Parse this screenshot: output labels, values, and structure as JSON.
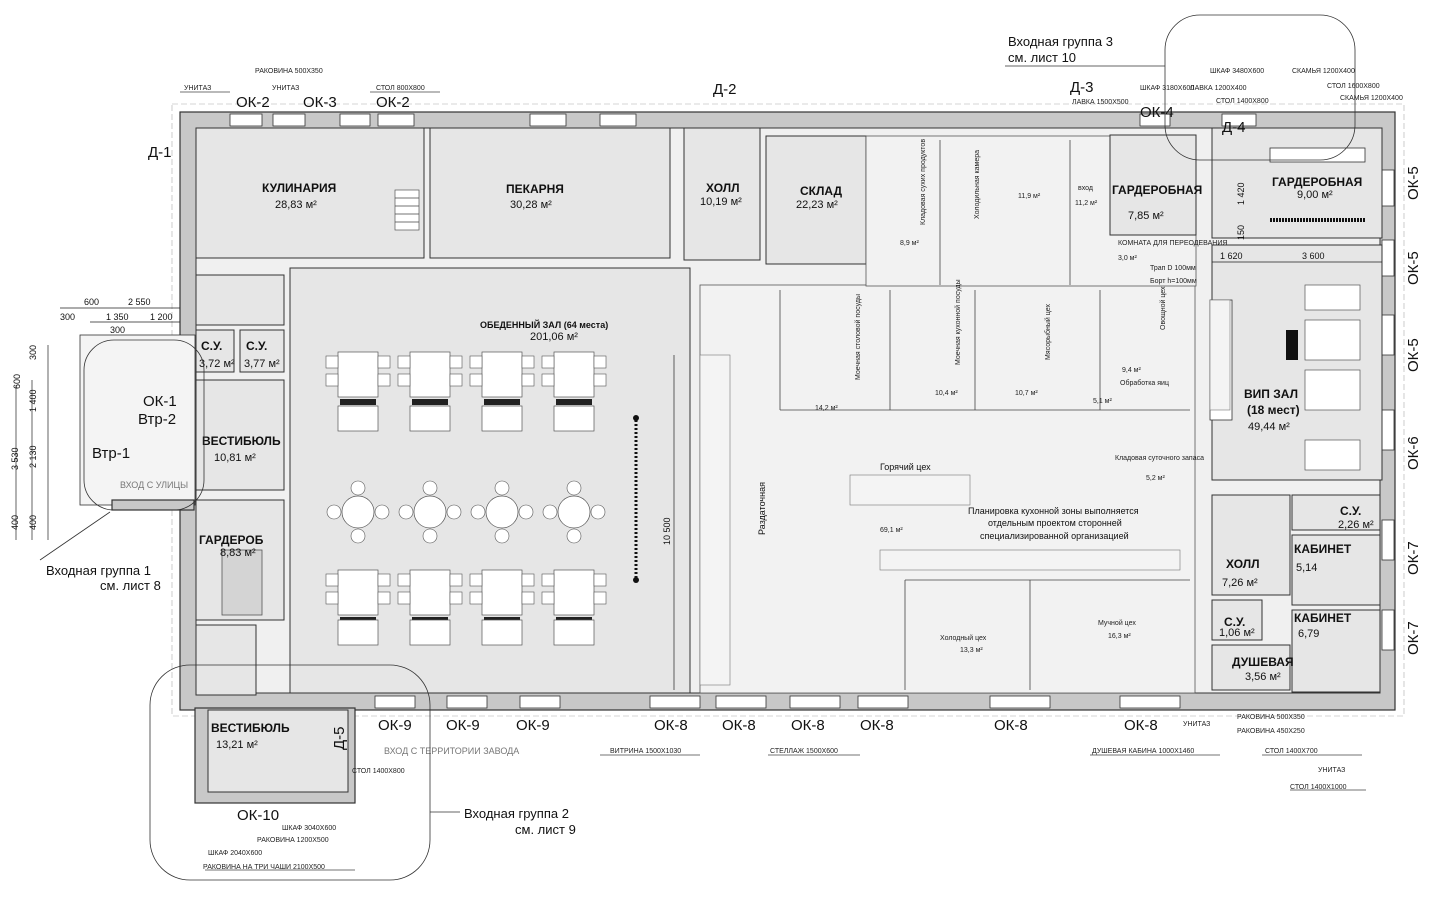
{
  "rooms": {
    "kulinaria": {
      "name": "КУЛИНАРИЯ",
      "area": "28,83 м²"
    },
    "pekarnya": {
      "name": "ПЕКАРНЯ",
      "area": "30,28 м²"
    },
    "holl_top": {
      "name": "ХОЛЛ",
      "area": "10,19 м²"
    },
    "sklad": {
      "name": "СКЛАД",
      "area": "22,23 м²"
    },
    "dining": {
      "name": "ОБЕДЕННЫЙ ЗАЛ (64 места)",
      "area": "201,06 м²"
    },
    "su1": {
      "name": "С.У.",
      "area": "3,72 м²"
    },
    "su2": {
      "name": "С.У.",
      "area": "3,77 м²"
    },
    "vestibule1": {
      "name": "ВЕСТИБЮЛЬ",
      "area": "10,81 м²"
    },
    "garderob1": {
      "name": "ГАРДЕРОБ",
      "area": "8,83 м²"
    },
    "vestibule2": {
      "name": "ВЕСТИБЮЛЬ",
      "area": "13,21 м²"
    },
    "garderobnaya_small": {
      "name": "ГАРДЕРОБНАЯ",
      "area": "7,85 м²"
    },
    "garderobnaya_big": {
      "name": "ГАРДЕРОБНАЯ",
      "area": "9,00 м²"
    },
    "vip": {
      "name": "ВИП ЗАЛ",
      "sub": "(18 мест)",
      "area": "49,44 м²"
    },
    "holl_right": {
      "name": "ХОЛЛ",
      "area": "7,26 м²"
    },
    "su_right_top": {
      "name": "С.У.",
      "area": "2,26 м²"
    },
    "su_right_mid": {
      "name": "С.У.",
      "area": "1,06 м²"
    },
    "cabinet1": {
      "name": "КАБИНЕТ",
      "area": "5,14"
    },
    "cabinet2": {
      "name": "КАБИНЕТ",
      "area": "6,79"
    },
    "shower": {
      "name": "ДУШЕВАЯ",
      "area": "3,56 м²"
    }
  },
  "kitchen": {
    "dry_store": "Кладовая сухих продуктов",
    "dry_store_area": "8,9 м²",
    "cold_chamber": "Холодильная камера",
    "cold_chamber_area": "11,9 м²",
    "entrance": "вход",
    "entrance_area": "11,2 м²",
    "changing": "КОМНАТА ДЛЯ ПЕРЕОДЕВАНИЯ",
    "changing_area": "3,0 м²",
    "drain": "Трап D 100мм",
    "curb": "Борт h=100мм",
    "table_wash": "Моечная столовой посуды",
    "table_wash_area": "14,2 м²",
    "kitchen_wash": "Моечная кухонной посуды",
    "kitchen_wash_area": "10,4 м²",
    "meat": "Мясорыбный цех",
    "meat_area": "10,7 м²",
    "veg": "Овощной цех",
    "veg_area": "9,4 м²",
    "egg": "Обработка яиц",
    "egg_area": "5,1 м²",
    "daily_store": "Кладовая суточного запаса",
    "daily_store_area": "5,2 м²",
    "hot": "Горячий цех",
    "hot_area": "69,1 м²",
    "serving": "Раздаточная",
    "cold": "Холодный цех",
    "cold_area": "13,3 м²",
    "flour": "Мучной цех",
    "flour_area": "16,3 м²",
    "note": [
      "Планировка кухонной зоны выполняется",
      "отдельным проектом сторонней",
      "специализированной организацией"
    ]
  },
  "openings": {
    "ok1": "ОК-1",
    "ok2a": "ОК-2",
    "ok2b": "ОК-2",
    "ok3": "ОК-3",
    "ok4": "ОК-4",
    "ok5a": "ОК-5",
    "ok5b": "ОК-5",
    "ok5c": "ОК-5",
    "ok6": "ОК-6",
    "ok7a": "ОК-7",
    "ok7b": "ОК-7",
    "ok8a": "ОК-8",
    "ok8b": "ОК-8",
    "ok8c": "ОК-8",
    "ok8d": "ОК-8",
    "ok8e": "ОК-8",
    "ok8f": "ОК-8",
    "ok9a": "ОК-9",
    "ok9b": "ОК-9",
    "ok9c": "ОК-9",
    "ok10": "ОК-10",
    "d1": "Д-1",
    "d2": "Д-2",
    "d3": "Д-3",
    "d4": "Д-4",
    "d5": "Д-5",
    "vtr1": "Втр-1",
    "vtr2": "Втр-2"
  },
  "entries": {
    "street": "ВХОД С УЛИЦЫ",
    "factory": "ВХОД С ТЕРРИТОРИИ ЗАВОДА",
    "group1": [
      "Входная группа 1",
      "см. лист 8"
    ],
    "group2": [
      "Входная группа 2",
      "см. лист 9"
    ],
    "group3": [
      "Входная группа 3",
      "см. лист 10"
    ]
  },
  "equipment": {
    "unitaz_top": "УНИТАЗ",
    "rakovina_500": "РАКОВИНА 500Х350",
    "unitaz_top2": "УНИТАЗ",
    "stol_800": "СТОЛ 800Х800",
    "shkaf_3180": "ШКАФ 3180Х600",
    "lavka_1500": "ЛАВКА 1500Х500",
    "shkaf_3480": "ШКАФ 3480Х600",
    "lavka_1200": "ЛАВКА 1200Х400",
    "stol_1400_800": "СТОЛ 1400Х800",
    "skamya_1200": "СКАМЬЯ 1200Х400",
    "stol_1600": "СТОЛ 1600Х800",
    "skamya_1200b": "СКАМЬЯ 1200Х400",
    "vitrina": "ВИТРИНА 1500Х1030",
    "stellazh": "СТЕЛЛАЖ 1500Х600",
    "unitaz_bottom": "УНИТАЗ",
    "rak_500_b": "РАКОВИНА 500Х350",
    "rak_450": "РАКОВИНА 450Х250",
    "shower_cab": "ДУШЕВАЯ КАБИНА 1000Х1460",
    "stol_1400_700": "СТОЛ 1400Х700",
    "unitaz_b2": "УНИТАЗ",
    "stol_1400_1000": "СТОЛ 1400Х1000",
    "stol_1400_800b": "СТОЛ 1400Х800",
    "shkaf_3040": "ШКАФ 3040Х600",
    "rak_1200": "РАКОВИНА 1200Х500",
    "shkaf_2040": "ШКАФ 2040Х600",
    "rak_three": "РАКОВИНА НА ТРИ ЧАШИ 2100Х500"
  },
  "dimensions": {
    "top": [
      "600",
      "2 550",
      "300",
      "1 350",
      "1 200",
      "300"
    ],
    "left": [
      "300",
      "600",
      "1 400",
      "3 530",
      "2 130",
      "400",
      "400"
    ],
    "grd_1420": "1 420",
    "grd_150": "150",
    "grd_1620": "1 620",
    "grd_3600": "3 600",
    "hall_10500": "10 500"
  },
  "colors": {
    "wall": "#c8c8c8",
    "room": "#e6e6e6",
    "line": "#333333"
  }
}
